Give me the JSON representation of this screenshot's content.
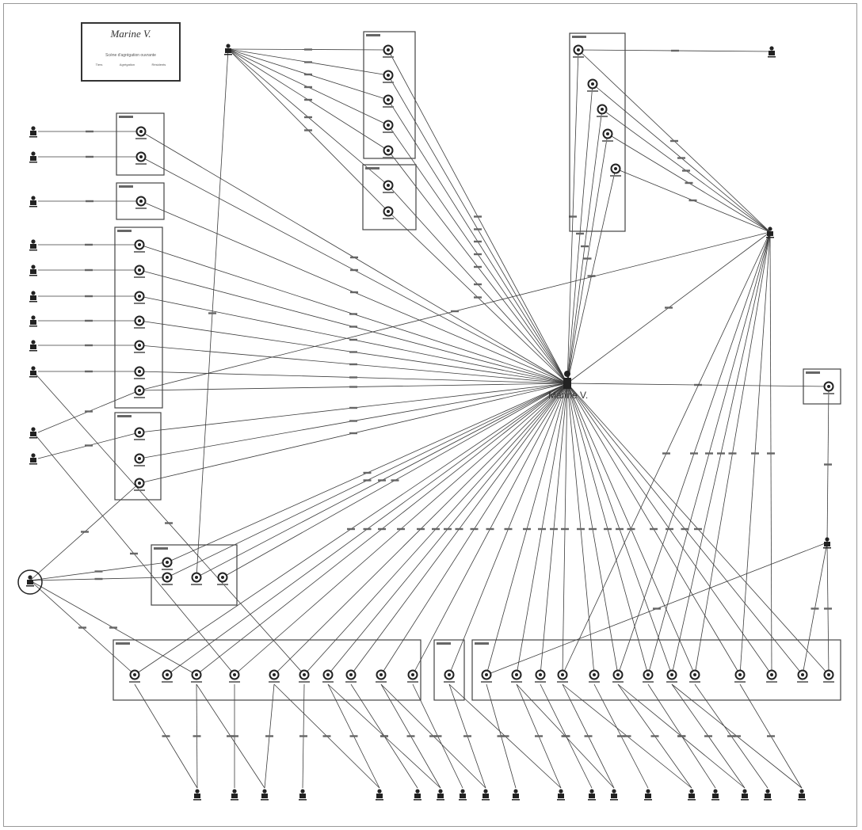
{
  "legend": {
    "title": "Marine V.",
    "subtitle": "Scène d'agrégation ouvrante",
    "keys": [
      "Tiers",
      "Agrégation",
      "Résidents"
    ]
  },
  "center": {
    "label": "Marine V."
  },
  "colors": {
    "line": "#3c3c3c",
    "box": "#444444",
    "node": "#222222"
  }
}
